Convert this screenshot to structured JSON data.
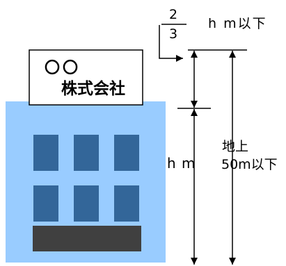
{
  "sign": {
    "line1": "〇〇",
    "line2": "株式会社"
  },
  "annotations": {
    "fraction_numerator": "2",
    "fraction_denominator": "3",
    "fraction_tail": "h m以下",
    "left_height": "h m",
    "ground_line1": "地上",
    "ground_line2": "50m以下"
  },
  "colors": {
    "building": "#99ccff",
    "window": "#336699",
    "base_bar": "#404040"
  }
}
